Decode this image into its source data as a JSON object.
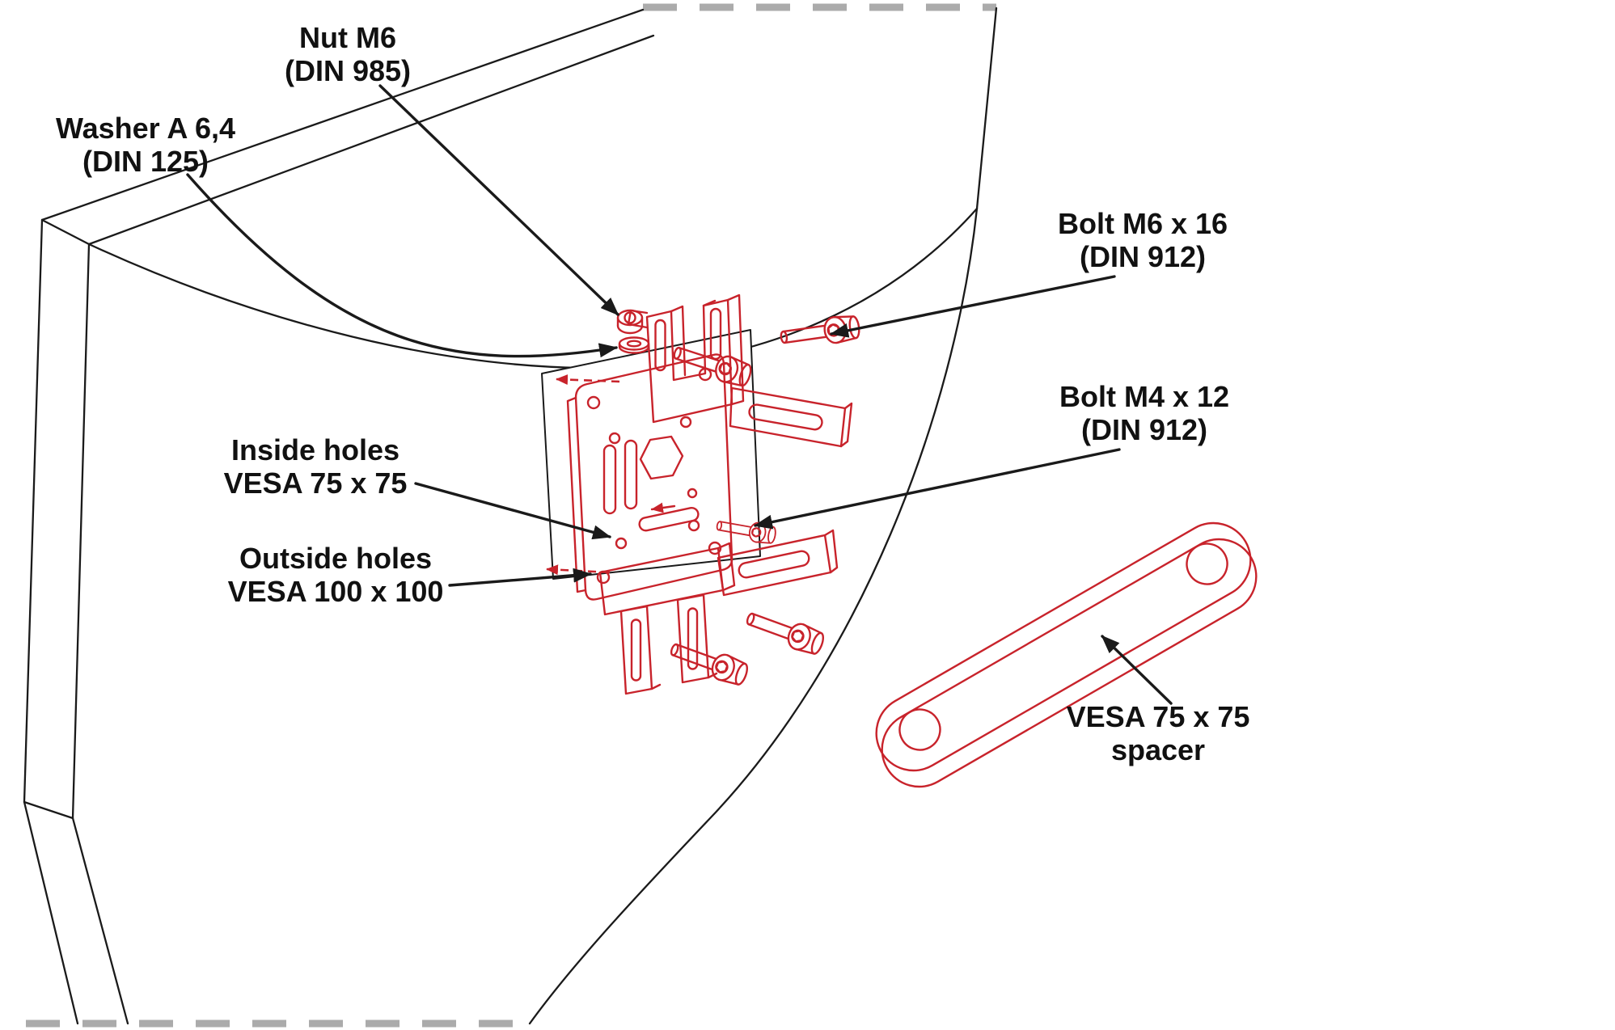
{
  "diagram": {
    "labels": {
      "nut": {
        "line1": "Nut M6",
        "line2": "(DIN 985)"
      },
      "washer": {
        "line1": "Washer A 6,4",
        "line2": "(DIN 125)"
      },
      "bolt_m6": {
        "line1": "Bolt M6 x 16",
        "line2": "(DIN 912)"
      },
      "bolt_m4": {
        "line1": "Bolt M4 x 12",
        "line2": "(DIN 912)"
      },
      "inside_holes": {
        "line1": "Inside holes",
        "line2": "VESA 75 x 75"
      },
      "outside_holes": {
        "line1": "Outside holes",
        "line2": "VESA 100 x 100"
      },
      "spacer": {
        "line1": "VESA 75 x 75",
        "line2": "spacer"
      }
    },
    "colors": {
      "part_color": "#c8232b",
      "line_color": "#1a1a1a",
      "dash_color": "#ababab",
      "text_color": "#111111"
    }
  }
}
